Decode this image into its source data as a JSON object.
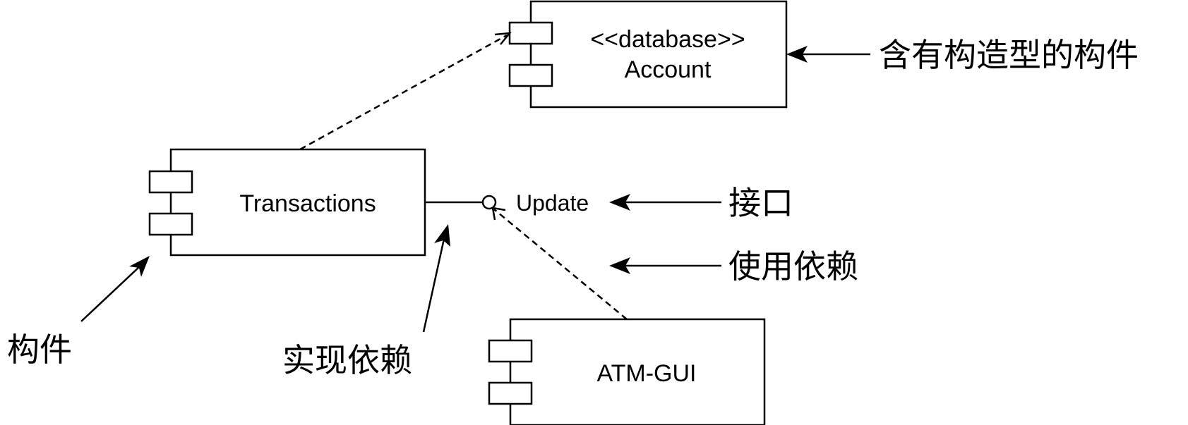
{
  "components": {
    "account": {
      "stereotype": "<<database>>",
      "name": "Account"
    },
    "transactions": {
      "name": "Transactions"
    },
    "atm_gui": {
      "name": "ATM-GUI"
    }
  },
  "interface": {
    "name": "Update"
  },
  "annotations": {
    "stereotyped_component": "含有构造型的构件",
    "interface": "接口",
    "usage_dependency": "使用依赖",
    "component": "构件",
    "realization_dependency": "实现依赖"
  }
}
